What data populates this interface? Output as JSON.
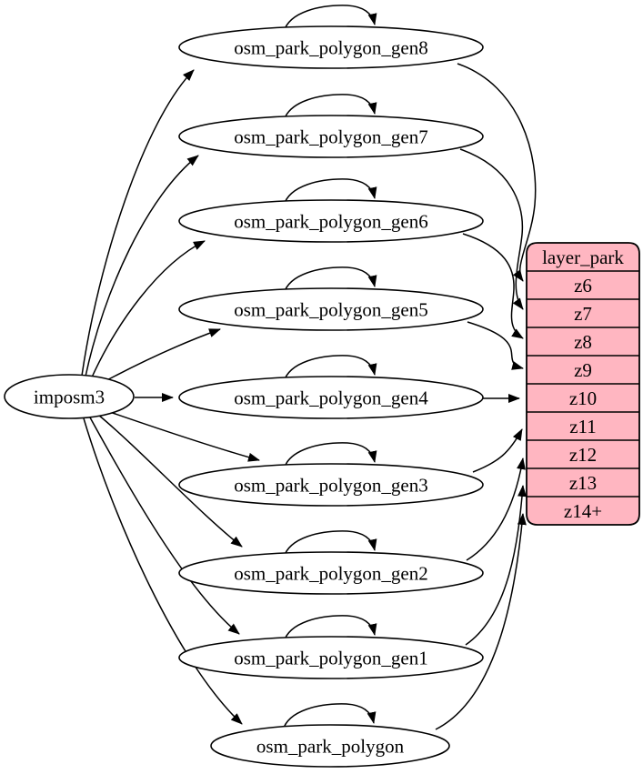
{
  "diagram": {
    "type": "graphviz-digraph",
    "background_color": "#ffffff",
    "node_fill_color": "#ffffff",
    "edge_color": "#000000",
    "nodes": [
      {
        "id": "imposm3",
        "label": "imposm3"
      },
      {
        "id": "osm_park_polygon_gen8",
        "label": "osm_park_polygon_gen8"
      },
      {
        "id": "osm_park_polygon_gen7",
        "label": "osm_park_polygon_gen7"
      },
      {
        "id": "osm_park_polygon_gen6",
        "label": "osm_park_polygon_gen6"
      },
      {
        "id": "osm_park_polygon_gen5",
        "label": "osm_park_polygon_gen5"
      },
      {
        "id": "osm_park_polygon_gen4",
        "label": "osm_park_polygon_gen4"
      },
      {
        "id": "osm_park_polygon_gen3",
        "label": "osm_park_polygon_gen3"
      },
      {
        "id": "osm_park_polygon_gen2",
        "label": "osm_park_polygon_gen2"
      },
      {
        "id": "osm_park_polygon_gen1",
        "label": "osm_park_polygon_gen1"
      },
      {
        "id": "osm_park_polygon",
        "label": "osm_park_polygon"
      }
    ],
    "record": {
      "id": "layer_park",
      "title": "layer_park",
      "rows": [
        "z6",
        "z7",
        "z8",
        "z9",
        "z10",
        "z11",
        "z12",
        "z13",
        "z14+"
      ],
      "fill_color": "#ffb6c1",
      "stroke_color": "#000000"
    },
    "edges": [
      {
        "from": "imposm3",
        "to": "osm_park_polygon_gen8"
      },
      {
        "from": "imposm3",
        "to": "osm_park_polygon_gen7"
      },
      {
        "from": "imposm3",
        "to": "osm_park_polygon_gen6"
      },
      {
        "from": "imposm3",
        "to": "osm_park_polygon_gen5"
      },
      {
        "from": "imposm3",
        "to": "osm_park_polygon_gen4"
      },
      {
        "from": "imposm3",
        "to": "osm_park_polygon_gen3"
      },
      {
        "from": "imposm3",
        "to": "osm_park_polygon_gen2"
      },
      {
        "from": "imposm3",
        "to": "osm_park_polygon_gen1"
      },
      {
        "from": "imposm3",
        "to": "osm_park_polygon"
      },
      {
        "from": "osm_park_polygon_gen8",
        "to": "osm_park_polygon_gen8"
      },
      {
        "from": "osm_park_polygon_gen7",
        "to": "osm_park_polygon_gen7"
      },
      {
        "from": "osm_park_polygon_gen6",
        "to": "osm_park_polygon_gen6"
      },
      {
        "from": "osm_park_polygon_gen5",
        "to": "osm_park_polygon_gen5"
      },
      {
        "from": "osm_park_polygon_gen4",
        "to": "osm_park_polygon_gen4"
      },
      {
        "from": "osm_park_polygon_gen3",
        "to": "osm_park_polygon_gen3"
      },
      {
        "from": "osm_park_polygon_gen2",
        "to": "osm_park_polygon_gen2"
      },
      {
        "from": "osm_park_polygon_gen1",
        "to": "osm_park_polygon_gen1"
      },
      {
        "from": "osm_park_polygon",
        "to": "osm_park_polygon"
      },
      {
        "from": "osm_park_polygon_gen8",
        "to": "layer_park:z6"
      },
      {
        "from": "osm_park_polygon_gen7",
        "to": "layer_park:z7"
      },
      {
        "from": "osm_park_polygon_gen6",
        "to": "layer_park:z8"
      },
      {
        "from": "osm_park_polygon_gen5",
        "to": "layer_park:z9"
      },
      {
        "from": "osm_park_polygon_gen4",
        "to": "layer_park:z10"
      },
      {
        "from": "osm_park_polygon_gen3",
        "to": "layer_park:z11"
      },
      {
        "from": "osm_park_polygon_gen2",
        "to": "layer_park:z12"
      },
      {
        "from": "osm_park_polygon_gen1",
        "to": "layer_park:z13"
      },
      {
        "from": "osm_park_polygon",
        "to": "layer_park:z14+"
      }
    ]
  }
}
